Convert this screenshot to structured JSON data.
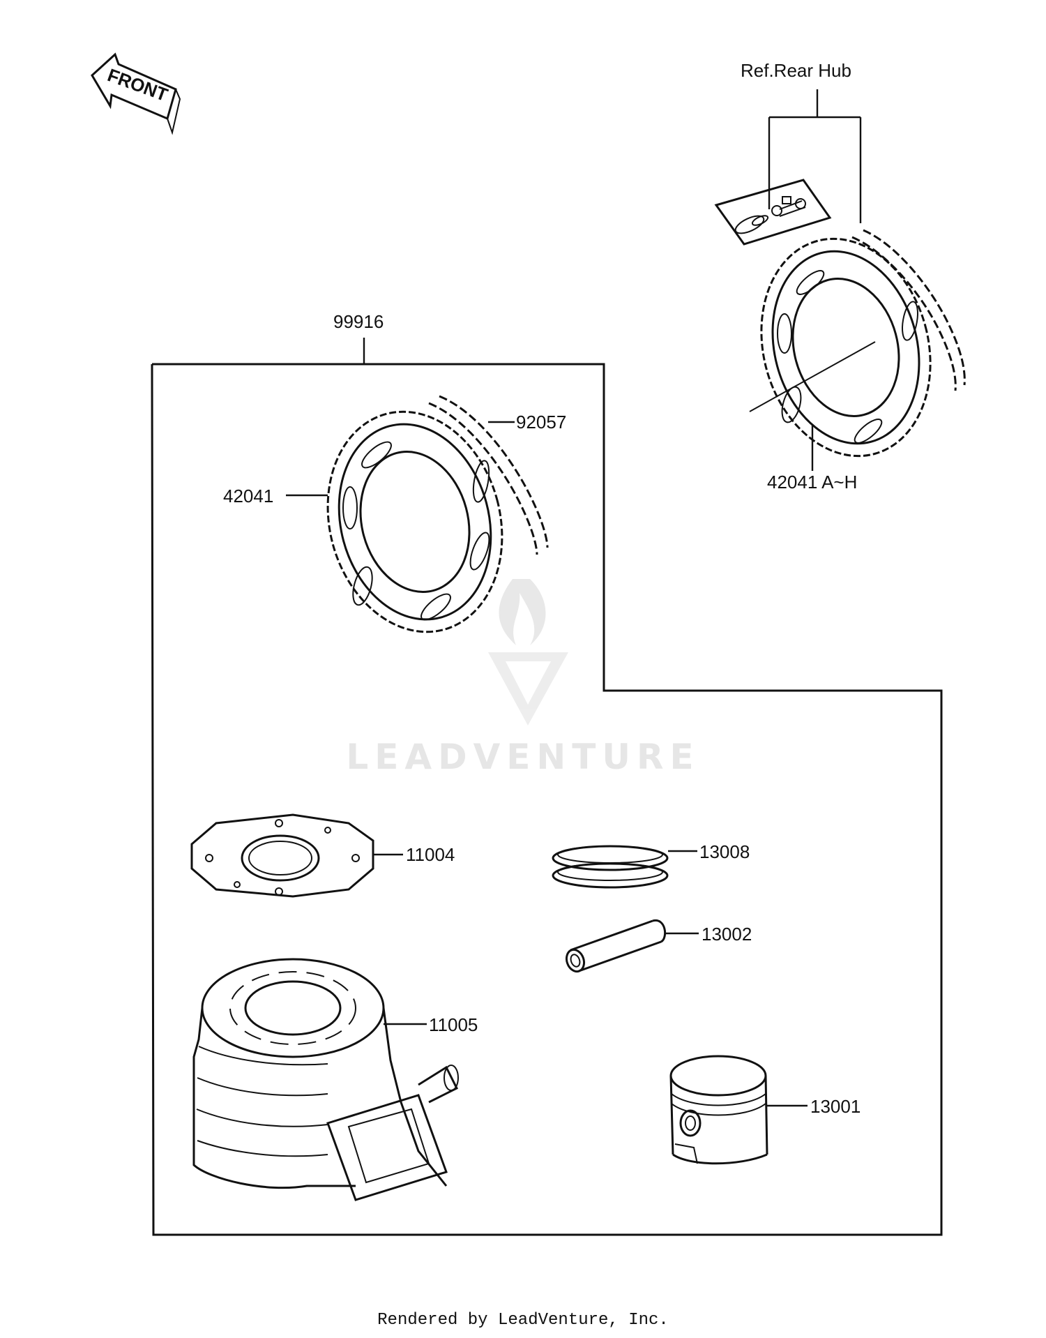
{
  "front_label": "FRONT",
  "watermark": "LEADVENTURE",
  "footer": "Rendered by LeadVenture, Inc.",
  "labels": {
    "ref_rear_hub": "Ref.Rear Hub",
    "kit": "99916",
    "chain": "92057",
    "sprocket": "42041",
    "sprocket_ref": "42041 A~H",
    "head_gasket": "11004",
    "cylinder": "11005",
    "ring_set": "13008",
    "piston_pin": "13002",
    "piston": "13001"
  }
}
